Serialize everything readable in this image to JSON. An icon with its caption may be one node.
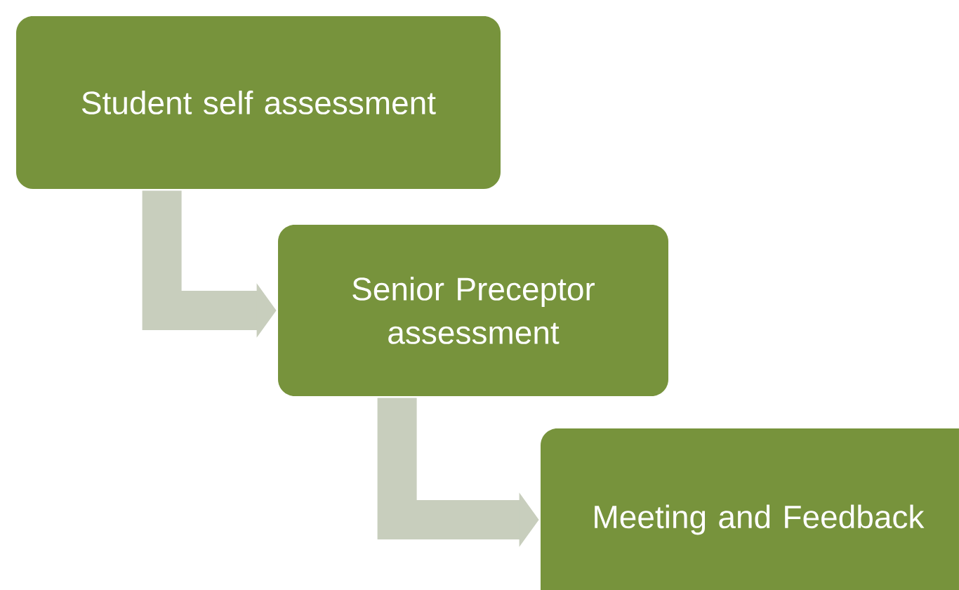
{
  "diagram": {
    "nodes": [
      {
        "text": [
          "Student self assessment"
        ]
      },
      {
        "text": [
          "Senior Preceptor assessment"
        ]
      },
      {
        "text": [
          "Meeting and Feedback"
        ]
      }
    ],
    "edges": [
      {
        "from": 0,
        "to": 1,
        "arrow": "to"
      },
      {
        "from": 1,
        "to": 2,
        "arrow": "to"
      }
    ]
  }
}
